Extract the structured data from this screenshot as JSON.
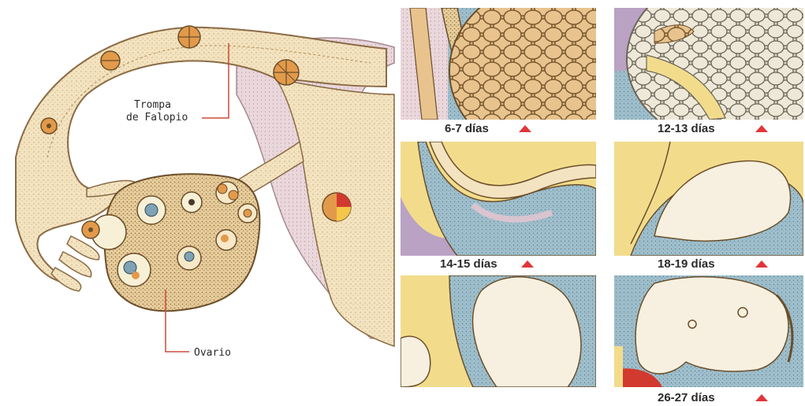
{
  "diagram": {
    "labels": {
      "fallopian_tube": [
        "Trompa",
        "de Falopio"
      ],
      "ovary": "Ovario"
    },
    "panels": [
      {
        "caption": "6-7 días"
      },
      {
        "caption": "12-13 días"
      },
      {
        "caption": "14-15 días"
      },
      {
        "caption": "18-19 días"
      },
      {
        "caption": ""
      },
      {
        "caption": "26-27 días"
      }
    ],
    "colors": {
      "tissue": "#f3e3c0",
      "tissue_dark": "#c9a56a",
      "pink": "#e8cfd6",
      "caption_arrow": "#e0363a",
      "leader_line": "#d04a3a",
      "cell_orange": "#e29a4a",
      "yolk_blue": "#7fa2b4",
      "amnion_blue": "#a9c9d7",
      "yellow": "#f2dc8c"
    }
  }
}
